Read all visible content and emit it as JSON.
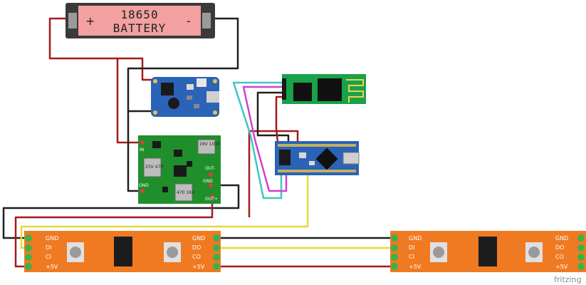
{
  "battery": {
    "line1": "18650",
    "line2": "BATTERY",
    "plus": "+",
    "minus": "-"
  },
  "converter": {
    "pin_in": "IN",
    "pin_gnd_left": "GND",
    "pin_out_minus": "OUT-",
    "pin_gnd_right": "GND",
    "pin_out_plus": "OUT+",
    "cap_top": "16V 1000",
    "cap_left": "25V 470",
    "cap_bottom": "470 16V"
  },
  "strip_left": {
    "left_labels": [
      "GND",
      "DI",
      "CI",
      "+5V"
    ],
    "right_labels": [
      "GND",
      "DO",
      "CO",
      "+5V"
    ]
  },
  "strip_right": {
    "left_labels": [
      "GND",
      "DI",
      "CI",
      "+5V"
    ],
    "right_labels": [
      "GND",
      "DO",
      "CO",
      "+5V"
    ]
  },
  "watermark": "fritzing",
  "colors": {
    "wire_red": "#a31a1a",
    "wire_black": "#1f1f1f",
    "wire_yellow": "#e6d83a",
    "wire_cyan": "#3fc6c6",
    "wire_magenta": "#d23fd2",
    "strip_orange": "#f07a22",
    "pcb_green": "#1f8f2c",
    "arduino_blue": "#2a63b8",
    "bt_green": "#19a24a"
  }
}
